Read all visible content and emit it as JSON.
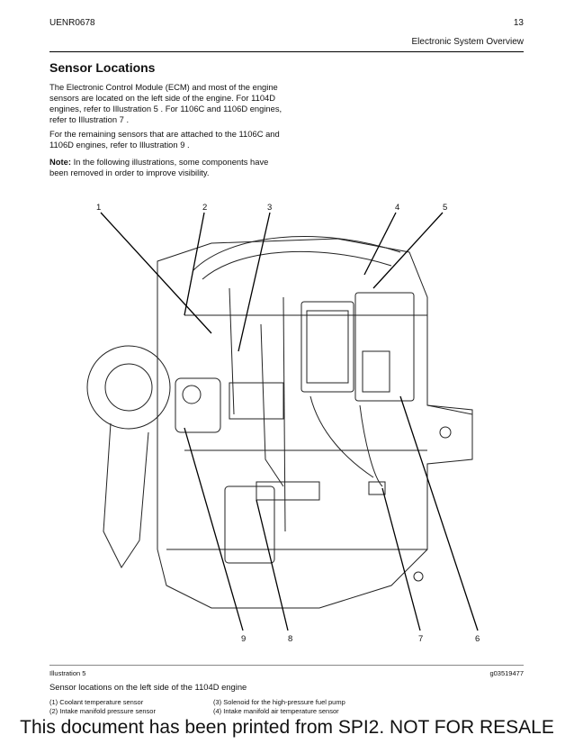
{
  "header": {
    "doc_code": "UENR0678",
    "page_number": "13",
    "section_title": "Electronic System Overview"
  },
  "section": {
    "title": "Sensor Locations",
    "paragraphs": [
      "The Electronic Control Module (ECM) and most of the engine sensors are located on the left side of the engine. For 1104D engines, refer to Illustration 5 . For 1106C and 1106D engines, refer to Illustration 7 .",
      "For the remaining sensors that are attached to the 1106C and 1106D engines, refer to Illustration 9 ."
    ],
    "note_label": "Note:",
    "note_text": " In the following illustrations, some components have been removed in order to improve visibility."
  },
  "figure": {
    "callouts": [
      "1",
      "2",
      "3",
      "4",
      "5",
      "6",
      "7",
      "8",
      "9"
    ],
    "illustration_label": "Illustration 5",
    "illustration_id": "g03519477",
    "caption": "Sensor locations on the left side of the 1104D engine",
    "legend": [
      "(1) Coolant temperature sensor",
      "(2) Intake manifold pressure sensor",
      "(3) Solenoid for the high-pressure fuel pump",
      "(4) Intake manifold air temperature sensor"
    ]
  },
  "footer": {
    "banner": "This document has been printed from SPI2. NOT FOR RESALE"
  }
}
